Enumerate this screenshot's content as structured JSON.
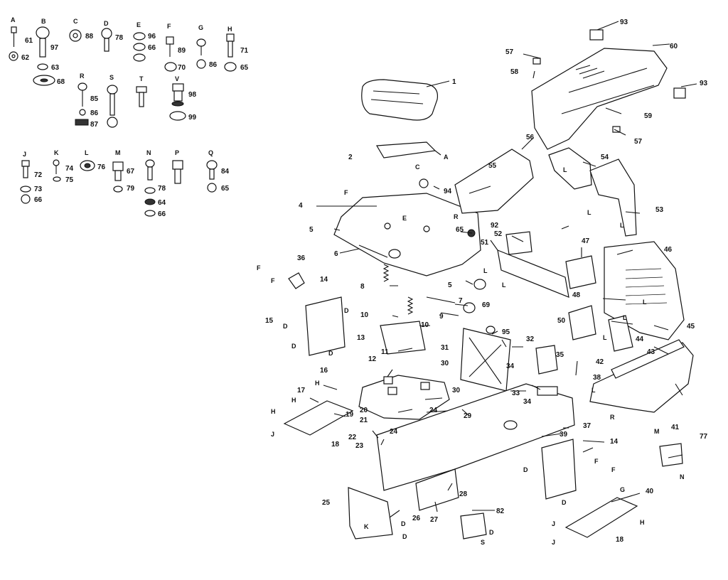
{
  "hardware_letters": [
    "A",
    "B",
    "C",
    "D",
    "E",
    "F",
    "G",
    "H",
    "R",
    "S",
    "T",
    "V",
    "J",
    "K",
    "L",
    "M",
    "N",
    "P",
    "Q"
  ],
  "hardware_numbers": [
    "61",
    "62",
    "97",
    "63",
    "68",
    "88",
    "78",
    "96",
    "66",
    "89",
    "70",
    "86",
    "71",
    "65",
    "85",
    "86",
    "87",
    "98",
    "99",
    "72",
    "73",
    "66",
    "74",
    "75",
    "76",
    "67",
    "79",
    "78",
    "64",
    "66",
    "84",
    "65"
  ],
  "part_numbers": [
    "1",
    "2",
    "4",
    "5",
    "6",
    "5",
    "7",
    "8",
    "9",
    "10",
    "10",
    "11",
    "12",
    "13",
    "14",
    "14",
    "15",
    "16",
    "17",
    "18",
    "18",
    "19",
    "20",
    "21",
    "22",
    "23",
    "24",
    "24",
    "25",
    "26",
    "27",
    "28",
    "29",
    "30",
    "30",
    "31",
    "32",
    "33",
    "34",
    "34",
    "35",
    "36",
    "37",
    "38",
    "39",
    "40",
    "41",
    "42",
    "43",
    "44",
    "45",
    "46",
    "47",
    "48",
    "50",
    "51",
    "52",
    "53",
    "54",
    "55",
    "56",
    "57",
    "57",
    "58",
    "59",
    "60",
    "69",
    "77",
    "82",
    "92",
    "93",
    "93",
    "94",
    "95",
    "65"
  ],
  "callout_letters": [
    "A",
    "C",
    "E",
    "F",
    "F",
    "F",
    "R",
    "R",
    "D",
    "D",
    "D",
    "D",
    "L",
    "L",
    "L",
    "L",
    "L",
    "L",
    "H",
    "H",
    "H",
    "H",
    "J",
    "J",
    "K",
    "D",
    "D",
    "S",
    "D",
    "F",
    "F",
    "G",
    "D",
    "D",
    "J",
    "M",
    "N",
    "L",
    "L",
    "L"
  ]
}
